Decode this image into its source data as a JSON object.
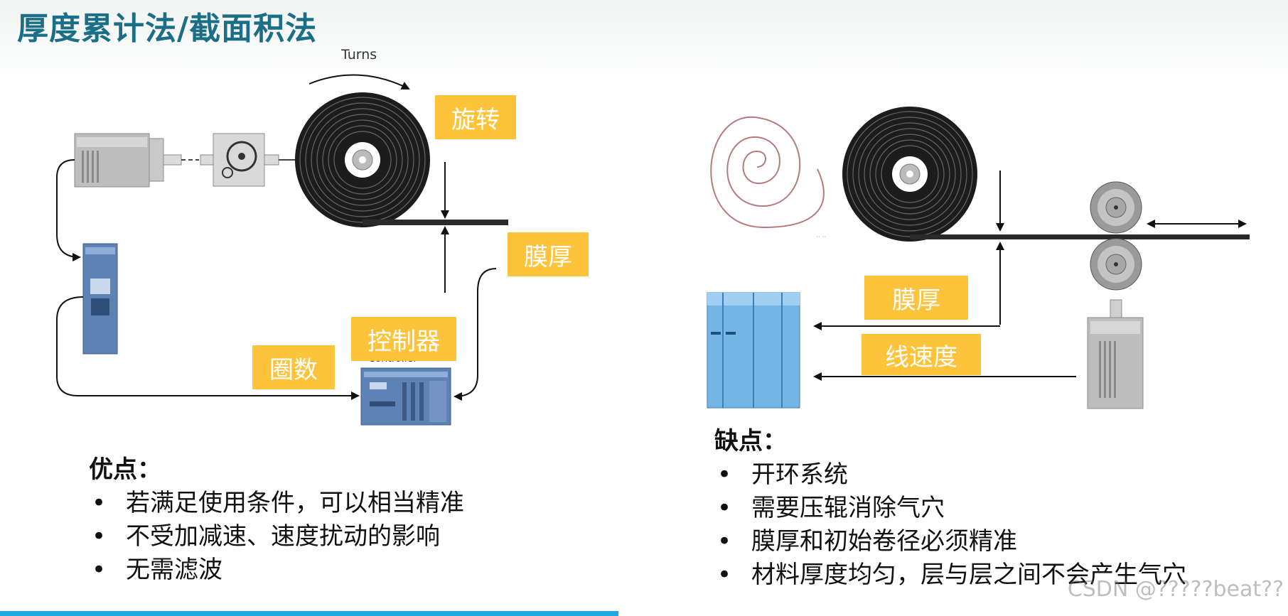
{
  "title": "厚度累计法/截面积法",
  "left": {
    "turns_label": "Turns",
    "tags": {
      "rotation": "旋转",
      "thickness": "膜厚",
      "controller": "控制器",
      "count": "圈数"
    },
    "controller_caption": "Controller",
    "pros": {
      "heading": "优点：",
      "items": [
        "若满足使用条件，可以相当精准",
        "不受加减速、速度扰动的影响",
        "无需滤波"
      ]
    }
  },
  "right": {
    "tags": {
      "thickness": "膜厚",
      "line_speed": "线速度"
    },
    "cons": {
      "heading": "缺点：",
      "items": [
        "开环系统",
        "需要压辊消除气穴",
        "膜厚和初始卷径必须精准",
        "材料厚度均匀，层与层之间不会产生气穴"
      ]
    }
  },
  "watermark": "CSDN @?????beat??",
  "colors": {
    "title": "#1a6f86",
    "tag": "#fdc33b",
    "accent_bar": "#20a8e0"
  }
}
